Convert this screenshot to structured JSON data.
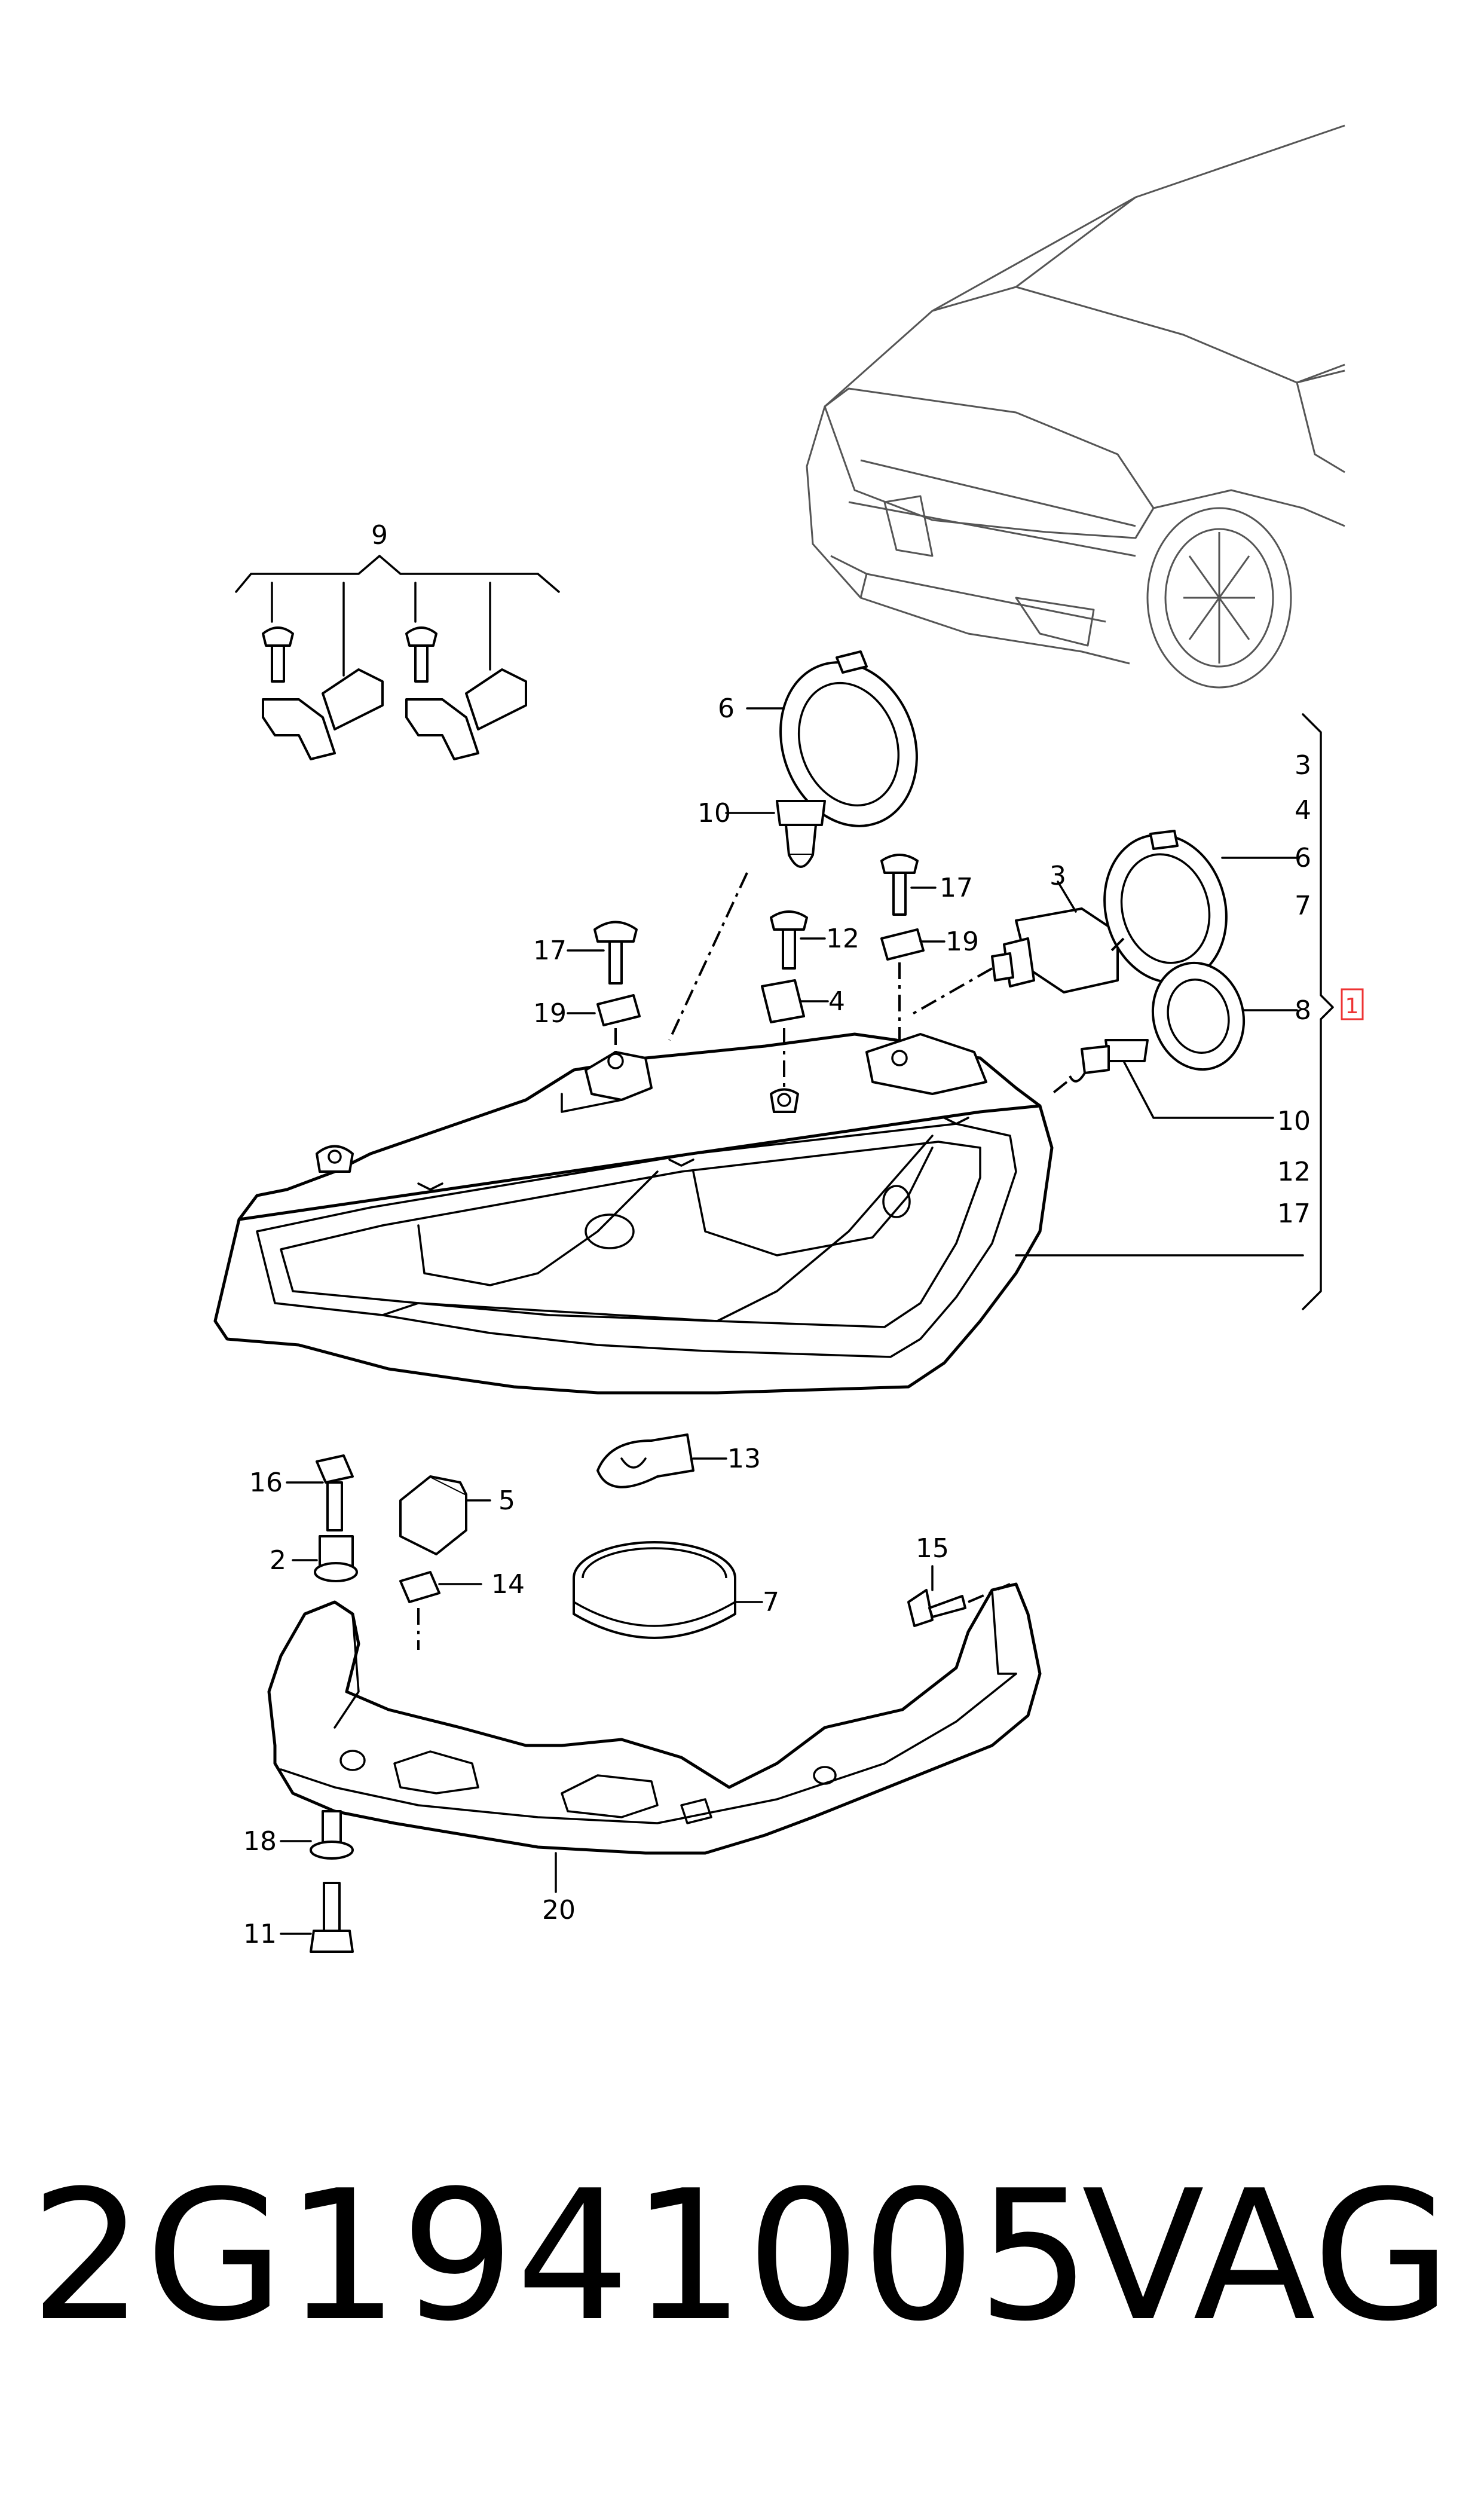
{
  "labels": {
    "l1": "1",
    "l2": "2",
    "l3a": "3",
    "l3b": "3",
    "l4a": "4",
    "l4b": "4",
    "l5": "5",
    "l6a": "6",
    "l6b": "6",
    "l7a": "7",
    "l7b": "7",
    "l8": "8",
    "l9": "9",
    "l10a": "10",
    "l10b": "10",
    "l11": "11",
    "l12a": "12",
    "l12b": "12",
    "l13": "13",
    "l14": "14",
    "l15": "15",
    "l16": "16",
    "l17a": "17",
    "l17b": "17",
    "l17c": "17",
    "l18": "18",
    "l19a": "19",
    "l19b": "19",
    "l20": "20"
  },
  "footer": {
    "part_number": "2G1941005",
    "brand": "VAG"
  }
}
